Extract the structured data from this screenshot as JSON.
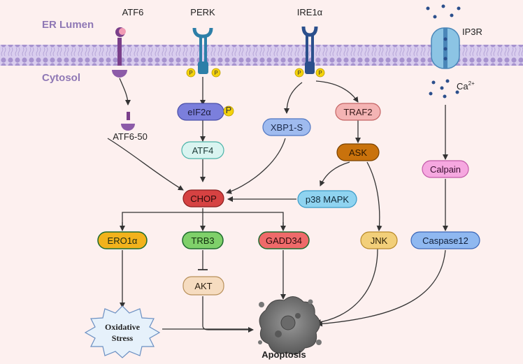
{
  "compartments": {
    "lumen": "ER Lumen",
    "cytosol": "Cytosol"
  },
  "receptors": {
    "atf6": "ATF6",
    "perk": "PERK",
    "ire1": "IRE1α",
    "ip3r": "IP3R"
  },
  "phospho": "P",
  "calcium": {
    "base": "Ca",
    "sup": "2+"
  },
  "nodes": {
    "atf6_50": "ATF6-50",
    "eif2a": "eIF2α",
    "atf4": "ATF4",
    "chop": "CHOP",
    "xbp1s": "XBP1-S",
    "traf2": "TRAF2",
    "ask": "ASK",
    "p38": "p38 MAPK",
    "calpain": "Calpain",
    "ero1a": "ERO1α",
    "trb3": "TRB3",
    "gadd34": "GADD34",
    "jnk": "JNK",
    "caspase12": "Caspase12",
    "akt": "AKT",
    "oxidative_line1": "Oxidative",
    "oxidative_line2": "Stress",
    "apoptosis": "Apoptosis"
  },
  "colors": {
    "background": "#fdf0ef",
    "membrane": "#b9a7d6",
    "label_purple": "#8f78b5",
    "phospho_yellow": "#f4d20b",
    "arrow": "#333333"
  }
}
